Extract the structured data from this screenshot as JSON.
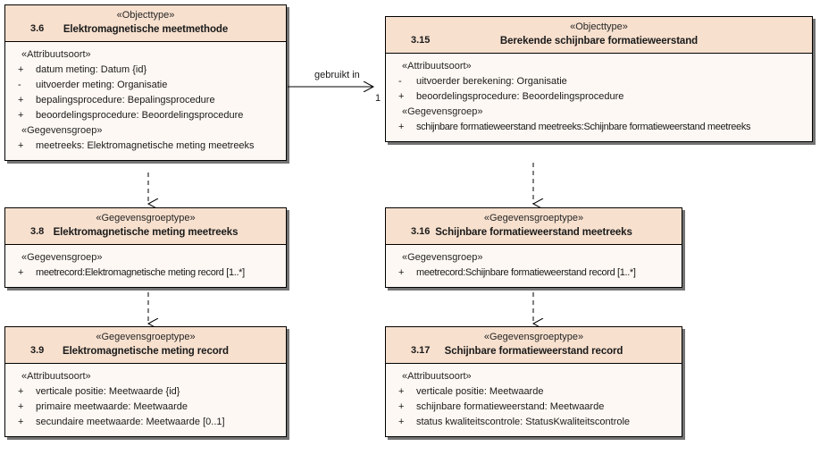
{
  "diagram": {
    "type": "uml-class-diagram",
    "background_color": "#ffffff",
    "class_header_color": "#f7e0ce",
    "class_body_color": "#fdf8f3",
    "border_color": "#000000"
  },
  "classes": [
    {
      "id": "elektromagnetische-meetmethode",
      "stereotype": "«Objecttype»",
      "number": "3.6",
      "name": "Elektromagnetische meetmethode",
      "compartments": [
        {
          "label": "«Attribuutsoort»",
          "features": [
            {
              "visibility": "+",
              "text": "datum meting: Datum {id}"
            },
            {
              "visibility": "-",
              "text": "uitvoerder meting: Organisatie"
            },
            {
              "visibility": "+",
              "text": "bepalingsprocedure: Bepalingsprocedure"
            },
            {
              "visibility": "+",
              "text": "beoordelingsprocedure: Beoordelingsprocedure"
            }
          ]
        },
        {
          "label": "«Gegevensgroep»",
          "features": [
            {
              "visibility": "+",
              "text": "meetreeks: Elektromagnetische meting meetreeks"
            }
          ]
        }
      ]
    },
    {
      "id": "berekende-schijnbare-formatieweerstand",
      "stereotype": "«Objecttype»",
      "number": "3.15",
      "name": "Berekende schijnbare formatieweerstand",
      "compartments": [
        {
          "label": "«Attribuutsoort»",
          "features": [
            {
              "visibility": "-",
              "text": "uitvoerder berekening: Organisatie"
            },
            {
              "visibility": "+",
              "text": "beoordelingsprocedure: Beoordelingsprocedure"
            }
          ]
        },
        {
          "label": "«Gegevensgroep»",
          "features": [
            {
              "visibility": "+",
              "text": "schijnbare formatieweerstand meetreeks:Schijnbare formatieweerstand meetreeks"
            }
          ]
        }
      ]
    },
    {
      "id": "elektromagnetische-meting-meetreeks",
      "stereotype": "«Gegevensgroeptype»",
      "number": "3.8",
      "name": "Elektromagnetische meting meetreeks",
      "compartments": [
        {
          "label": "«Gegevensgroep»",
          "features": [
            {
              "visibility": "+",
              "text": "meetrecord:Elektromagnetische meting record [1..*]"
            }
          ]
        }
      ]
    },
    {
      "id": "schijnbare-formatieweerstand-meetreeks",
      "stereotype": "«Gegevensgroeptype»",
      "number": "3.16",
      "name": "Schijnbare formatieweerstand meetreeks",
      "compartments": [
        {
          "label": "«Gegevensgroep»",
          "features": [
            {
              "visibility": "+",
              "text": "meetrecord:Schijnbare formatieweerstand record [1..*]"
            }
          ]
        }
      ]
    },
    {
      "id": "elektromagnetische-meting-record",
      "stereotype": "«Gegevensgroeptype»",
      "number": "3.9",
      "name": "Elektromagnetische meting record",
      "compartments": [
        {
          "label": "«Attribuutsoort»",
          "features": [
            {
              "visibility": "+",
              "text": "verticale positie: Meetwaarde {id}"
            },
            {
              "visibility": "+",
              "text": "primaire meetwaarde: Meetwaarde"
            },
            {
              "visibility": "+",
              "text": "secundaire meetwaarde: Meetwaarde [0..1]"
            }
          ]
        }
      ]
    },
    {
      "id": "schijnbare-formatieweerstand-record",
      "stereotype": "«Gegevensgroeptype»",
      "number": "3.17",
      "name": "Schijnbare formatieweerstand record",
      "compartments": [
        {
          "label": "«Attribuutsoort»",
          "features": [
            {
              "visibility": "+",
              "text": "verticale positie: Meetwaarde"
            },
            {
              "visibility": "+",
              "text": "schijnbare formatieweerstand: Meetwaarde"
            },
            {
              "visibility": "+",
              "text": "status kwaliteitscontrole: StatusKwaliteitscontrole"
            }
          ]
        }
      ]
    }
  ],
  "connectors": [
    {
      "id": "gebruikt-in",
      "kind": "association",
      "label": "gebruikt in",
      "target_multiplicity": "1",
      "from": "elektromagnetische-meetmethode",
      "to": "berekende-schijnbare-formatieweerstand"
    },
    {
      "id": "dep-36-to-38",
      "kind": "dependency",
      "label": "",
      "from": "elektromagnetische-meetmethode",
      "to": "elektromagnetische-meting-meetreeks"
    },
    {
      "id": "dep-315-to-316",
      "kind": "dependency",
      "label": "",
      "from": "berekende-schijnbare-formatieweerstand",
      "to": "schijnbare-formatieweerstand-meetreeks"
    },
    {
      "id": "dep-38-to-39",
      "kind": "dependency",
      "label": "",
      "from": "elektromagnetische-meting-meetreeks",
      "to": "elektromagnetische-meting-record"
    },
    {
      "id": "dep-316-to-317",
      "kind": "dependency",
      "label": "",
      "from": "schijnbare-formatieweerstand-meetreeks",
      "to": "schijnbare-formatieweerstand-record"
    }
  ]
}
